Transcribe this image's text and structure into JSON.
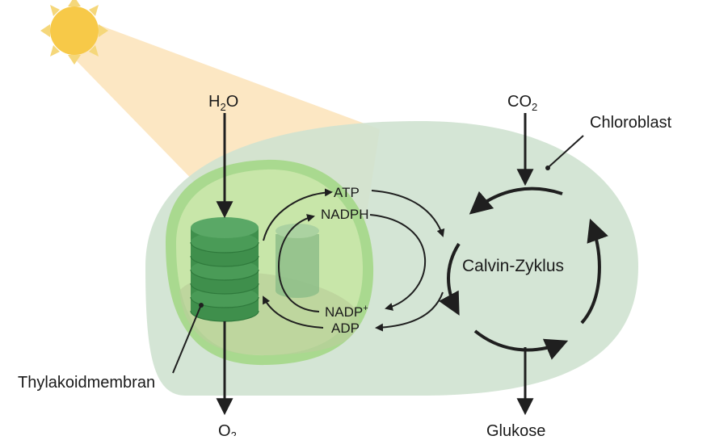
{
  "labels": {
    "h2o": {
      "main": "H",
      "sub": "2",
      "tail": "O"
    },
    "co2": {
      "main": "CO",
      "sub": "2"
    },
    "o2": {
      "main": "O",
      "sub": "2"
    },
    "atp": "ATP",
    "nadph": "NADPH",
    "nadp": {
      "main": "NADP",
      "sup": "+"
    },
    "adp": "ADP",
    "calvin": "Calvin-Zyklus",
    "chloroblast": "Chloroblast",
    "thylakoid": "Thylakoidmembran",
    "glucose": "Glukose"
  },
  "colors": {
    "sun": "#f7c948",
    "sun_rays": "#f5d77a",
    "light_beam": "#fbe3b8",
    "chloroplast": "#cfe2d0",
    "inner_membrane": "#a9d98f",
    "inner_fill": "#c8e6a9",
    "stroma_shadow": "#b9cf9a",
    "grana": "#3f8f4c",
    "grana_faded": "#8fbf8a",
    "arrow": "#1f1f1f"
  }
}
